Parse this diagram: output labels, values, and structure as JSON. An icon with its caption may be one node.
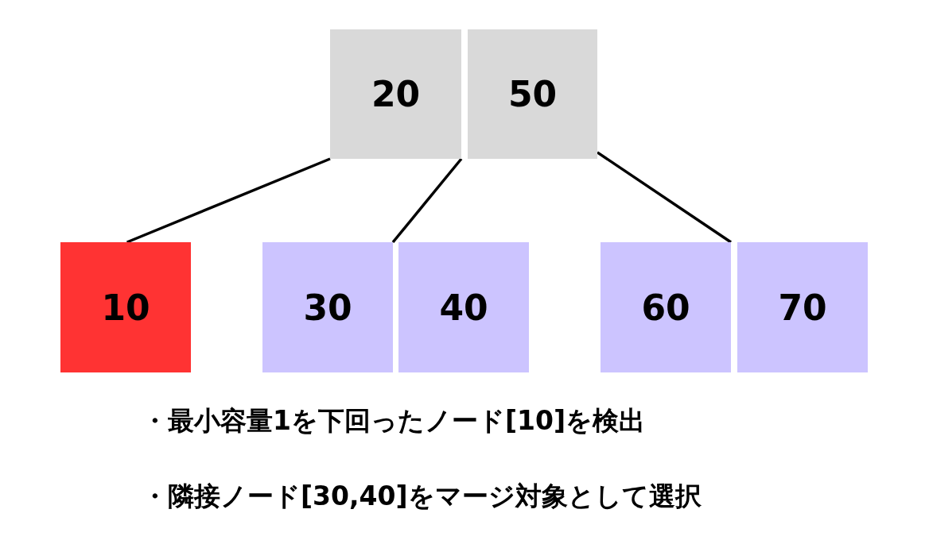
{
  "diagram": {
    "nodes": [
      {
        "text": [
          "20"
        ]
      },
      {
        "text": [
          "50"
        ]
      },
      {
        "text": [
          "10"
        ]
      },
      {
        "text": [
          "30"
        ]
      },
      {
        "text": [
          "40"
        ]
      },
      {
        "text": [
          "60"
        ]
      },
      {
        "text": [
          "70"
        ]
      }
    ],
    "edges": [
      {
        "from": 0,
        "to": 2,
        "arrow": "none"
      },
      {
        "from": 0,
        "to": 3,
        "arrow": "none"
      },
      {
        "from": 1,
        "to": 5,
        "arrow": "none"
      }
    ],
    "labels": [
      "・最小容量1を下回ったノード[10]を検出",
      "・隣接ノード[30,40]をマージ対象として選択"
    ]
  }
}
